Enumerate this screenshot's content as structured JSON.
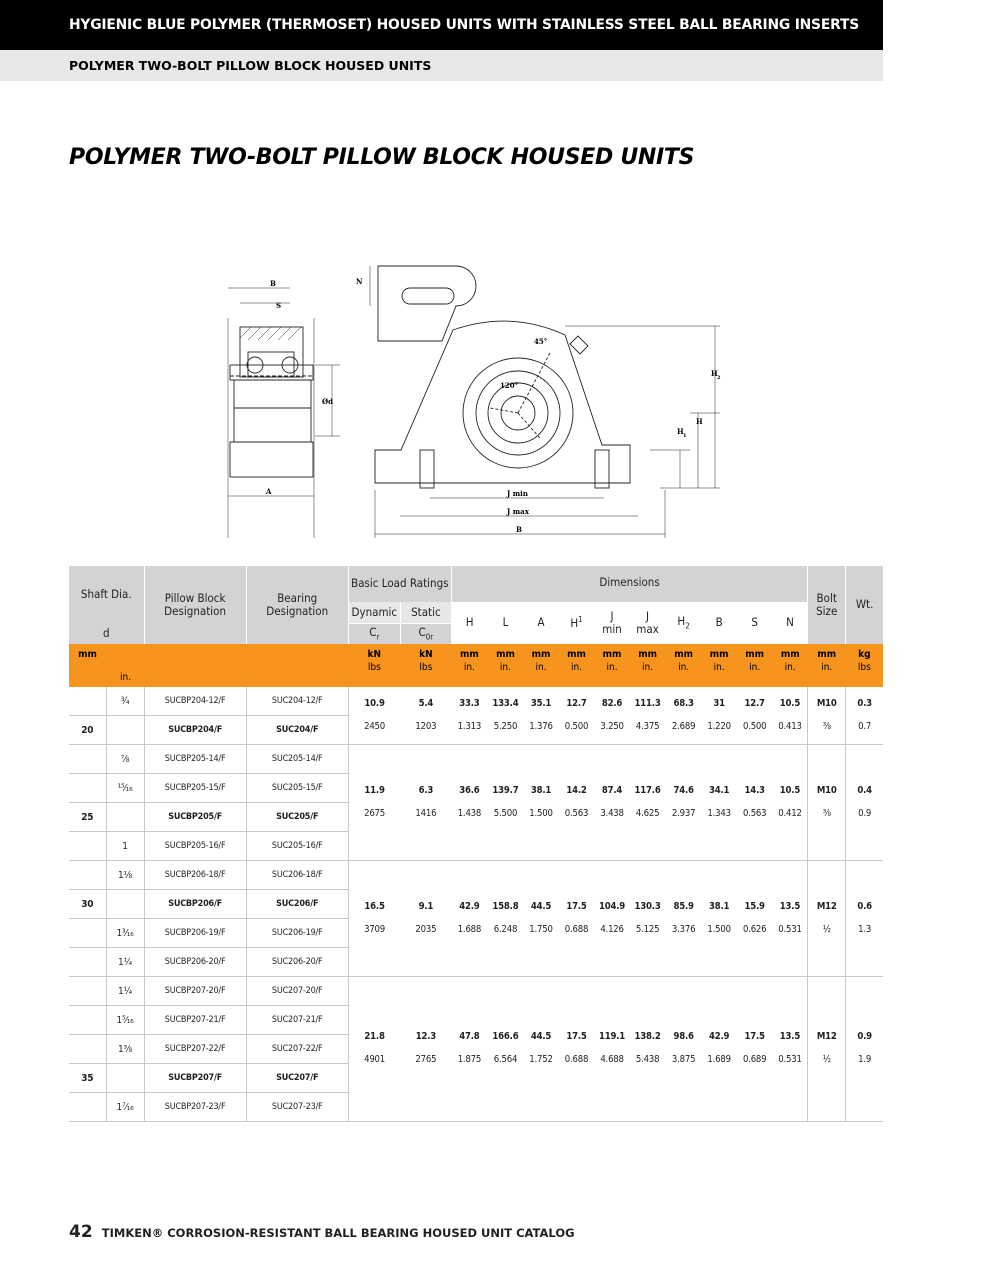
{
  "header": {
    "banner": "HYGIENIC BLUE POLYMER (THERMOSET) HOUSED UNITS WITH STAINLESS STEEL BALL BEARING INSERTS",
    "subbanner": "POLYMER TWO-BOLT PILLOW BLOCK HOUSED UNITS"
  },
  "page_title": "POLYMER TWO-BOLT PILLOW BLOCK HOUSED UNITS",
  "drawing": {
    "labels": {
      "B": "B",
      "S": "S",
      "A": "A",
      "N": "N",
      "d": "Ød",
      "H": "H",
      "H1": "H",
      "H2": "H",
      "Jmin": "J min",
      "Jmax": "J max",
      "B2": "B",
      "angle1": "45°",
      "angle2": "120°",
      "sub1": "1",
      "sub2": "2"
    }
  },
  "table": {
    "headers": {
      "shaft": "Shaft Dia.",
      "shaft_d": "d",
      "pillow": "Pillow Block Designation",
      "bearing": "Bearing Designation",
      "load": "Basic Load Ratings",
      "dynamic": "Dynamic",
      "static": "Static",
      "cr": "C",
      "cr_sub": "r",
      "c0r": "C",
      "c0r_sub": "0r",
      "dimensions": "Dimensions",
      "H": "H",
      "L": "L",
      "A": "A",
      "H1": "H",
      "H1_sup": "1",
      "Jmin_a": "J",
      "Jmin_b": "min",
      "Jmax_a": "J",
      "Jmax_b": "max",
      "H2": "H",
      "H2_sub": "2",
      "B": "B",
      "S": "S",
      "N": "N",
      "bolt": "Bolt Size",
      "wt": "Wt."
    },
    "units": {
      "mm": "mm",
      "in": "in.",
      "kn": "kN",
      "lbs": "lbs",
      "dim_mm": "mm",
      "dim_in": "in.",
      "kg": "kg"
    },
    "groups": [
      {
        "rows": [
          {
            "mm": "",
            "in": "¾",
            "pb": "SUCBP204-12/F",
            "br": "SUC204-12/F",
            "bold": false
          },
          {
            "mm": "20",
            "in": "",
            "pb": "SUCBP204/F",
            "br": "SUC204/F",
            "bold": true
          }
        ],
        "metric": [
          "10.9",
          "5.4",
          "33.3",
          "133.4",
          "35.1",
          "12.7",
          "82.6",
          "111.3",
          "68.3",
          "31",
          "12.7",
          "10.5",
          "M10",
          "0.3"
        ],
        "inch": [
          "2450",
          "1203",
          "1.313",
          "5.250",
          "1.376",
          "0.500",
          "3.250",
          "4.375",
          "2.689",
          "1.220",
          "0.500",
          "0.413",
          "⅜",
          "0.7"
        ]
      },
      {
        "rows": [
          {
            "mm": "",
            "in": "⅞",
            "pb": "SUCBP205-14/F",
            "br": "SUC205-14/F",
            "bold": false
          },
          {
            "mm": "",
            "in": "¹⁵⁄₁₆",
            "pb": "SUCBP205-15/F",
            "br": "SUC205-15/F",
            "bold": false
          },
          {
            "mm": "25",
            "in": "",
            "pb": "SUCBP205/F",
            "br": "SUC205/F",
            "bold": true
          },
          {
            "mm": "",
            "in": "1",
            "pb": "SUCBP205-16/F",
            "br": "SUC205-16/F",
            "bold": false
          }
        ],
        "metric": [
          "11.9",
          "6.3",
          "36.6",
          "139.7",
          "38.1",
          "14.2",
          "87.4",
          "117.6",
          "74.6",
          "34.1",
          "14.3",
          "10.5",
          "M10",
          "0.4"
        ],
        "inch": [
          "2675",
          "1416",
          "1.438",
          "5.500",
          "1.500",
          "0.563",
          "3.438",
          "4.625",
          "2.937",
          "1.343",
          "0.563",
          "0.412",
          "⅜",
          "0.9"
        ]
      },
      {
        "rows": [
          {
            "mm": "",
            "in": "1⅛",
            "pb": "SUCBP206-18/F",
            "br": "SUC206-18/F",
            "bold": false
          },
          {
            "mm": "30",
            "in": "",
            "pb": "SUCBP206/F",
            "br": "SUC206/F",
            "bold": true
          },
          {
            "mm": "",
            "in": "1³⁄₁₆",
            "pb": "SUCBP206-19/F",
            "br": "SUC206-19/F",
            "bold": false
          },
          {
            "mm": "",
            "in": "1¼",
            "pb": "SUCBP206-20/F",
            "br": "SUC206-20/F",
            "bold": false
          }
        ],
        "metric": [
          "16.5",
          "9.1",
          "42.9",
          "158.8",
          "44.5",
          "17.5",
          "104.9",
          "130.3",
          "85.9",
          "38.1",
          "15.9",
          "13.5",
          "M12",
          "0.6"
        ],
        "inch": [
          "3709",
          "2035",
          "1.688",
          "6.248",
          "1.750",
          "0.688",
          "4.126",
          "5.125",
          "3.376",
          "1.500",
          "0.626",
          "0.531",
          "½",
          "1.3"
        ]
      },
      {
        "rows": [
          {
            "mm": "",
            "in": "1¼",
            "pb": "SUCBP207-20/F",
            "br": "SUC207-20/F",
            "bold": false
          },
          {
            "mm": "",
            "in": "1⁵⁄₁₆",
            "pb": "SUCBP207-21/F",
            "br": "SUC207-21/F",
            "bold": false
          },
          {
            "mm": "",
            "in": "1⅜",
            "pb": "SUCBP207-22/F",
            "br": "SUC207-22/F",
            "bold": false
          },
          {
            "mm": "35",
            "in": "",
            "pb": "SUCBP207/F",
            "br": "SUC207/F",
            "bold": true
          },
          {
            "mm": "",
            "in": "1⁷⁄₁₆",
            "pb": "SUCBP207-23/F",
            "br": "SUC207-23/F",
            "bold": false
          }
        ],
        "metric": [
          "21.8",
          "12.3",
          "47.8",
          "166.6",
          "44.5",
          "17.5",
          "119.1",
          "138.2",
          "98.6",
          "42.9",
          "17.5",
          "13.5",
          "M12",
          "0.9"
        ],
        "inch": [
          "4901",
          "2765",
          "1.875",
          "6.564",
          "1.752",
          "0.688",
          "4.688",
          "5.438",
          "3.875",
          "1.689",
          "0.689",
          "0.531",
          "½",
          "1.9"
        ]
      }
    ]
  },
  "footer": {
    "page_number": "42",
    "catalog": "TIMKEN® CORROSION-RESISTANT BALL BEARING HOUSED UNIT CATALOG"
  }
}
